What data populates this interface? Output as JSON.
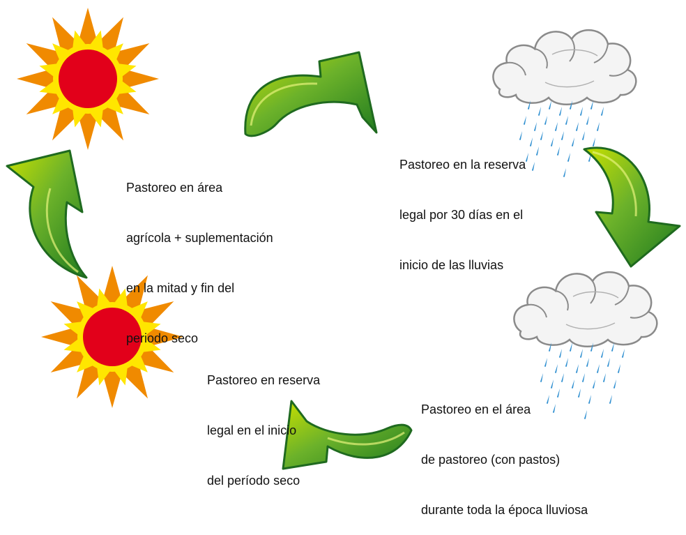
{
  "colors": {
    "sun_core": "#e2001a",
    "sun_inner_rays": "#ffe600",
    "sun_outer_rays": "#f08a00",
    "arrow_light": "#c8e000",
    "arrow_mid": "#6cb22a",
    "arrow_dark": "#1f7a1f",
    "cloud_fill": "#f4f4f4",
    "cloud_stroke": "#8a8a8a",
    "rain": "#2f8fd0"
  },
  "icons": [
    "sun-icon",
    "sun-icon",
    "rain-cloud-icon",
    "rain-cloud-icon",
    "cycle-arrow-icon"
  ],
  "steps": {
    "dry_mid_end": {
      "lines": [
        "Pastoreo en área",
        "agrícola + suplementación",
        "en la mitad y fin del",
        "periodo seco"
      ]
    },
    "rain_start": {
      "lines": [
        "Pastoreo en la reserva",
        "legal por 30 días en el",
        "inicio de las lluvias"
      ]
    },
    "rain_season": {
      "lines": [
        "Pastoreo en el área",
        "de pastoreo (con pastos)",
        "durante toda la época lluviosa"
      ]
    },
    "dry_start": {
      "lines": [
        "Pastoreo en reserva",
        "legal en el inicio",
        "del período seco"
      ]
    }
  }
}
